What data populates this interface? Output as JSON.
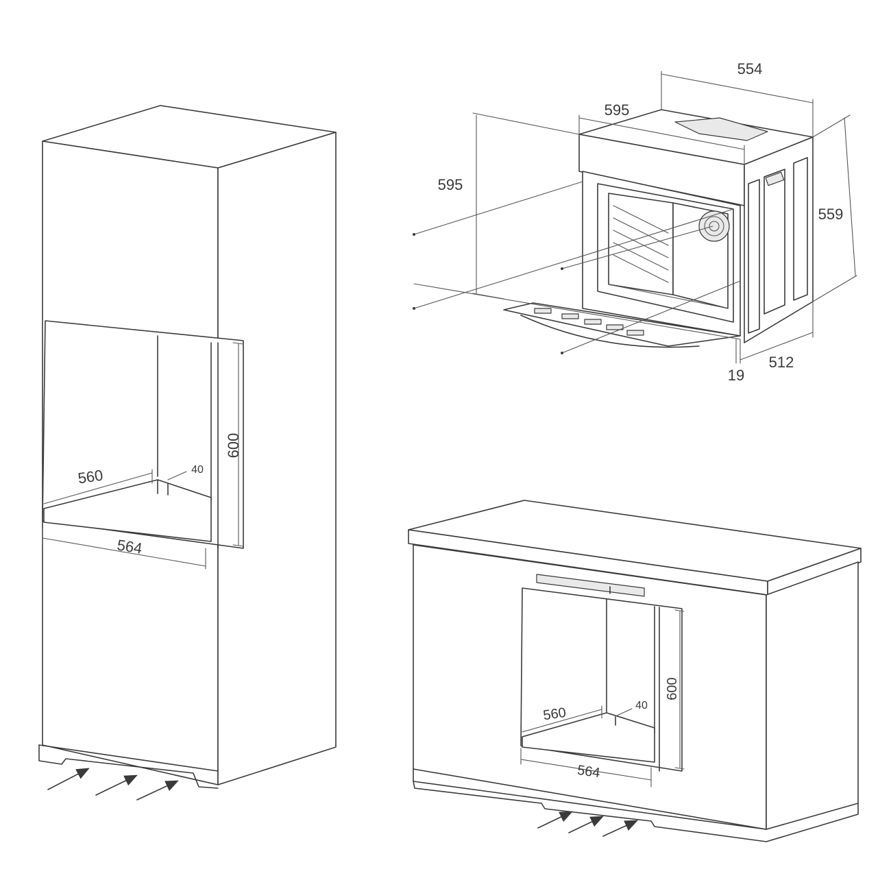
{
  "oven": {
    "labels": {
      "top_depth": "554",
      "front_width": "595",
      "height_front": "595",
      "height_side": "559",
      "door_thickness": "19",
      "side_depth": "512"
    }
  },
  "tall_cabinet": {
    "labels": {
      "niche_height": "600",
      "niche_inner_width": "560",
      "niche_outer_width": "564",
      "vent_gap": "40"
    }
  },
  "base_cabinet": {
    "labels": {
      "niche_height": "600",
      "niche_inner_width": "560",
      "niche_outer_width": "564",
      "vent_gap": "40"
    }
  },
  "colors": {
    "line": "#3a3a3a",
    "background": "#ffffff"
  },
  "icons": [
    "airflow-arrow-icon"
  ]
}
